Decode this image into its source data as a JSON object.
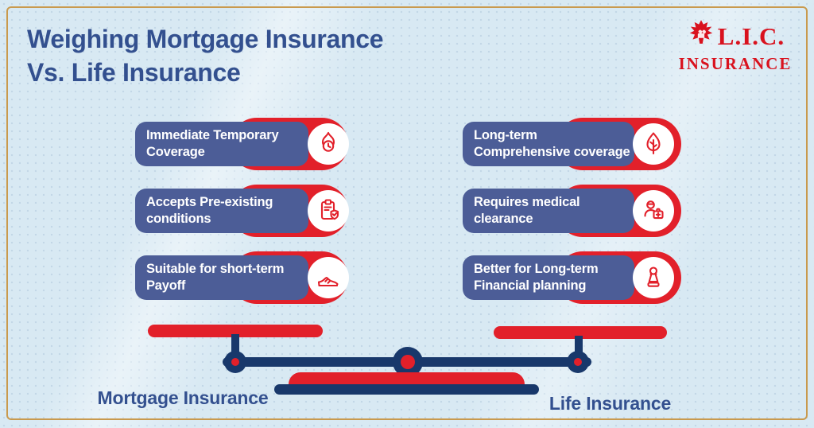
{
  "title": {
    "line1": "Weighing Mortgage Insurance",
    "line2": "Vs. Life Insurance"
  },
  "logo": {
    "brand": "L.I.C.",
    "subtitle": "INSURANCE",
    "icon": "maple-leaf-icon",
    "color": "#d9121e"
  },
  "comparison": {
    "left": {
      "items": [
        {
          "label": "Immediate Temporary\nCoverage",
          "icon": "flame-clock-icon"
        },
        {
          "label": "Accepts Pre-existing\nconditions",
          "icon": "clipboard-shield-icon"
        },
        {
          "label": "Suitable for short-term\nPayoff",
          "icon": "running-shoe-icon"
        }
      ]
    },
    "right": {
      "items": [
        {
          "label": "Long-term\nComprehensive coverage",
          "icon": "leaf-icon"
        },
        {
          "label": "Requires medical\nclearance",
          "icon": "doctor-medical-kit-icon"
        },
        {
          "label": "Better for Long-term\nFinancial planning",
          "icon": "chess-pawn-icon"
        }
      ]
    }
  },
  "scale": {
    "left_label": "Mortgage Insurance",
    "right_label": "Life Insurance"
  },
  "colors": {
    "background": "#d8e9f3",
    "frame_gold": "#c99a4e",
    "title_blue": "#33508f",
    "pill_blue": "#4c5d97",
    "accent_red": "#e2202a",
    "scale_navy": "#18386b",
    "logo_red": "#d9121e"
  }
}
